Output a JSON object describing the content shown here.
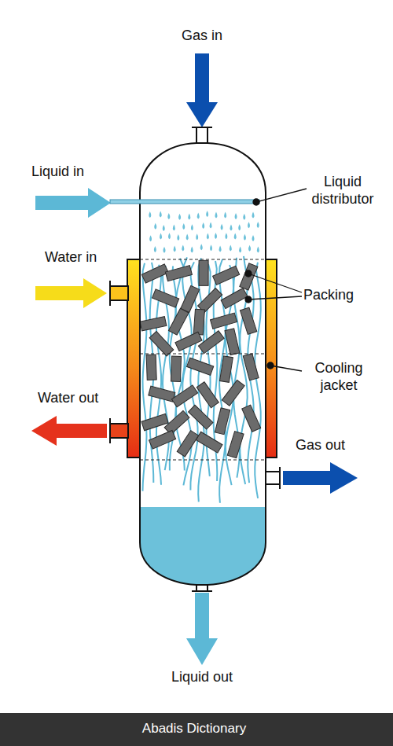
{
  "diagram": {
    "labels": [
      "Gas in",
      "Liquid in",
      "Liquid distributor",
      "Water in",
      "Packing",
      "Cooling jacket",
      "Water out",
      "Gas out",
      "Liquid out",
      "Abadis Dictionary"
    ]
  }
}
